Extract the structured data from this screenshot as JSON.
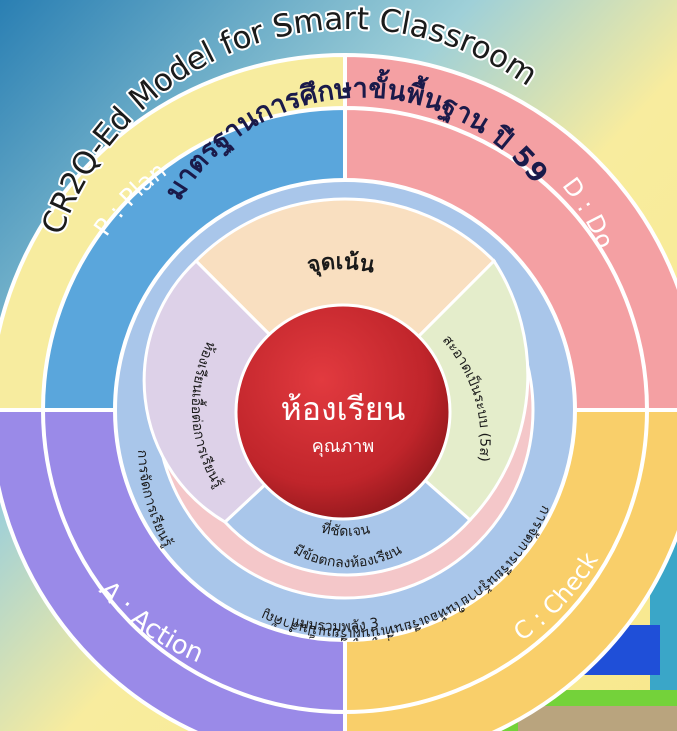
{
  "title": "CR2Q-Ed Model for Smart Classroom",
  "quadrants": [
    {
      "label": "P : Plan",
      "color": "#5aa6dc"
    },
    {
      "label": "D : Do",
      "color": "#f4a0a3"
    },
    {
      "label": "C : Check",
      "color": "#f9cf6a"
    },
    {
      "label": "A : Action",
      "color": "#9a8ae8"
    }
  ],
  "ring_standard": {
    "label": "มาตรฐานการศึกษาขั้นพื้นฐาน ปี 59",
    "color": "#a9c6ea"
  },
  "inner_sectors": [
    {
      "label": "จุดเน้น",
      "color": "#f9dfc0"
    },
    {
      "label": "สะอาดเป็นระบบ (5ส)",
      "color": "#e4edcb"
    },
    {
      "label": "มีข้อตกลงห้องเรียน",
      "sublabel": "ที่ชัดเจน",
      "color": "#a9c6ea"
    },
    {
      "label": "ห้องเรียนเอื้อต่อการเรียนรู้",
      "color": "#ddd1e8"
    }
  ],
  "ring_learning": {
    "label_right": "การจัดการเรียนรู้ภายในห้องเรียนที่เน้นผู้เรียนเป็นสำคัญ",
    "label_left": "การจัดการเรียนรู้",
    "label_bottom": "แบบรวมพลัง 3",
    "color": "#f4c7c9"
  },
  "center": {
    "title": "ห้องเรียน",
    "subtitle": "คุณภาพ",
    "color": "#c8262d"
  },
  "colors": {
    "background": "#f6e79a",
    "teal": "#3aa6c8",
    "blue_box": "#1f4fd8",
    "green_strip": "#74d23a"
  }
}
